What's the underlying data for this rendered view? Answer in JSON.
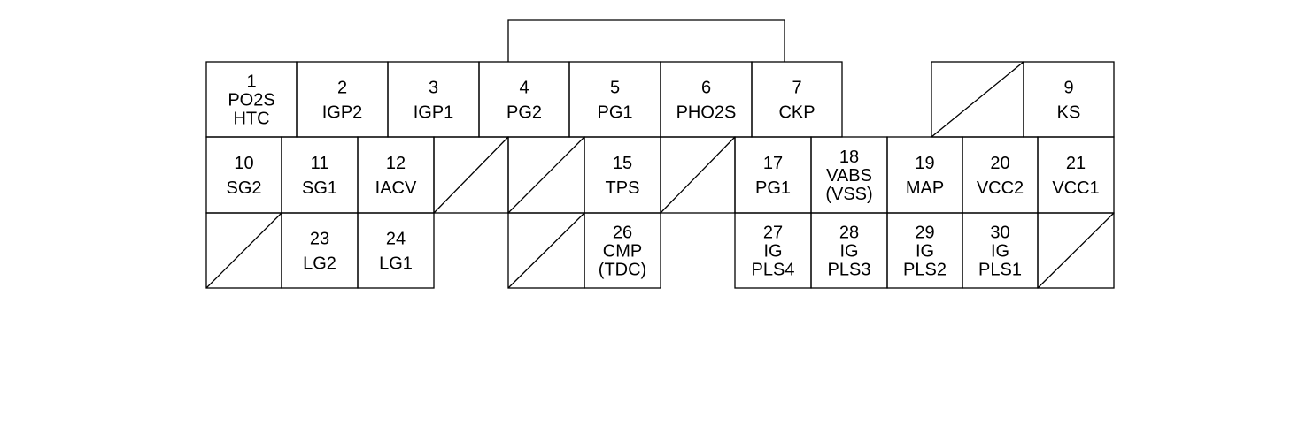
{
  "connector": {
    "pins": [
      {
        "number": "1",
        "lines": [
          "PO2S",
          "HTC"
        ]
      },
      {
        "number": "2",
        "lines": [
          "IGP2"
        ]
      },
      {
        "number": "3",
        "lines": [
          "IGP1"
        ]
      },
      {
        "number": "4",
        "lines": [
          "PG2"
        ]
      },
      {
        "number": "5",
        "lines": [
          "PG1"
        ]
      },
      {
        "number": "6",
        "lines": [
          "PHO2S"
        ]
      },
      {
        "number": "7",
        "lines": [
          "CKP"
        ]
      },
      {
        "number": "9",
        "lines": [
          "KS"
        ]
      },
      {
        "number": "10",
        "lines": [
          "SG2"
        ]
      },
      {
        "number": "11",
        "lines": [
          "SG1"
        ]
      },
      {
        "number": "12",
        "lines": [
          "IACV"
        ]
      },
      {
        "number": "15",
        "lines": [
          "TPS"
        ]
      },
      {
        "number": "17",
        "lines": [
          "PG1"
        ]
      },
      {
        "number": "18",
        "lines": [
          "VABS",
          "(VSS)"
        ]
      },
      {
        "number": "19",
        "lines": [
          "MAP"
        ]
      },
      {
        "number": "20",
        "lines": [
          "VCC2"
        ]
      },
      {
        "number": "21",
        "lines": [
          "VCC1"
        ]
      },
      {
        "number": "23",
        "lines": [
          "LG2"
        ]
      },
      {
        "number": "24",
        "lines": [
          "LG1"
        ]
      },
      {
        "number": "26",
        "lines": [
          "CMP",
          "(TDC)"
        ]
      },
      {
        "number": "27",
        "lines": [
          "IG",
          "PLS4"
        ]
      },
      {
        "number": "28",
        "lines": [
          "IG",
          "PLS3"
        ]
      },
      {
        "number": "29",
        "lines": [
          "IG",
          "PLS2"
        ]
      },
      {
        "number": "30",
        "lines": [
          "IG",
          "PLS1"
        ]
      }
    ]
  }
}
